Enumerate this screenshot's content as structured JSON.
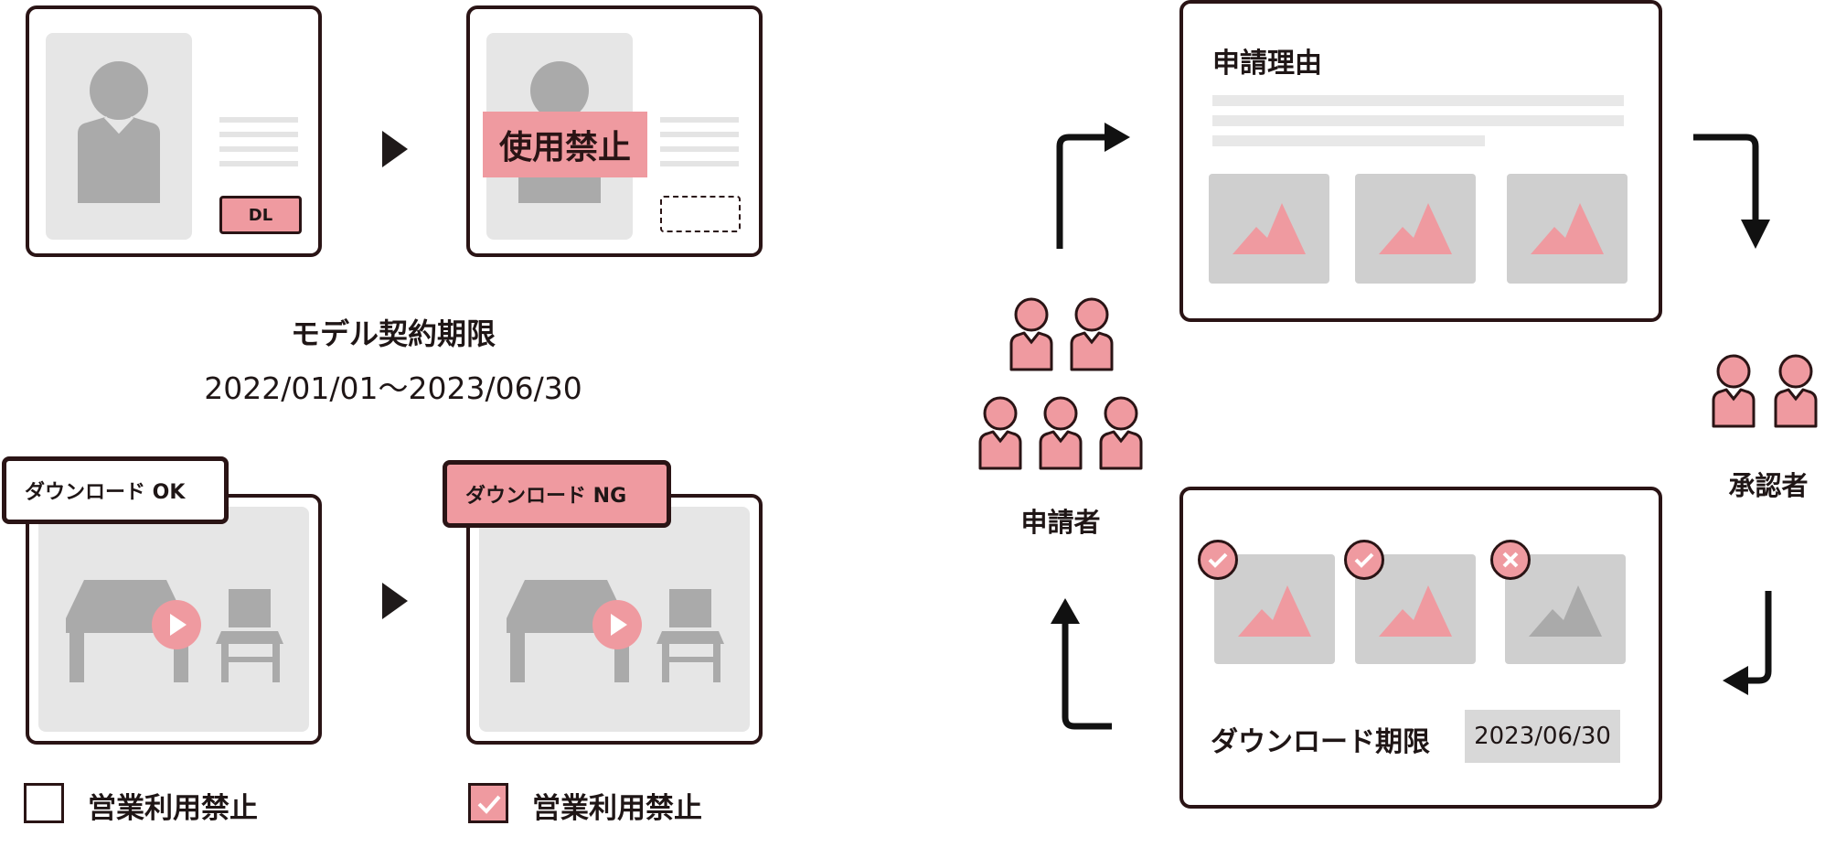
{
  "colors": {
    "accent": "#ef9aa0",
    "dark": "#2a1415",
    "gray": "#aaaaaa",
    "light_gray": "#e6e6e6"
  },
  "id_card": {
    "dl_label": "DL",
    "stamp_text": "使用禁止"
  },
  "contract": {
    "title": "モデル契約期限",
    "period": "2022/01/01〜2023/06/30"
  },
  "download": {
    "ok_label": "ダウンロード OK",
    "ng_label": "ダウンロード NG"
  },
  "checkbox": {
    "unchecked_label": "営業利用禁止",
    "checked_label": "営業利用禁止"
  },
  "workflow": {
    "reason_title": "申請理由",
    "applicant_label": "申請者",
    "approver_label": "承認者",
    "deadline_label": "ダウンロード期限",
    "deadline_value": "2023/06/30",
    "approval_states": [
      "approved",
      "approved",
      "rejected"
    ]
  },
  "icons": [
    "person-icon",
    "play-icon",
    "mountain-icon",
    "check-icon",
    "cross-icon",
    "arrow-icon"
  ]
}
